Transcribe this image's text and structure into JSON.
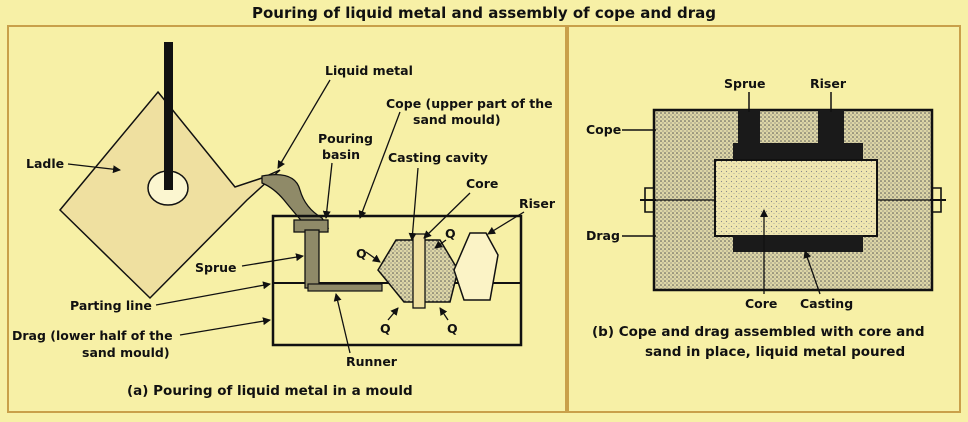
{
  "title": "Pouring of liquid metal and assembly of cope and drag",
  "panel_a": {
    "caption": "(a) Pouring of liquid metal in a mould",
    "labels": {
      "liquid_metal": "Liquid metal",
      "cope_1": "Cope (upper part of the",
      "cope_2": "sand mould)",
      "pouring_1": "Pouring",
      "pouring_2": "basin",
      "casting_cavity": "Casting cavity",
      "core": "Core",
      "riser": "Riser",
      "ladle": "Ladle",
      "sprue": "Sprue",
      "parting_line": "Parting line",
      "drag_1": "Drag (lower half of the",
      "drag_2": "sand mould)",
      "runner": "Runner",
      "q": "Q"
    }
  },
  "panel_b": {
    "caption_1": "(b) Cope and drag assembled with core and",
    "caption_2": "sand in place, liquid metal poured",
    "labels": {
      "sprue": "Sprue",
      "riser": "Riser",
      "cope": "Cope",
      "drag": "Drag",
      "core": "Core",
      "casting": "Casting"
    }
  },
  "colors": {
    "background": "#f7f0a6",
    "border": "#c9a04a",
    "ladle": "#efe0a0",
    "metal": "#8f8a68",
    "sand": "#ddd6a6"
  }
}
